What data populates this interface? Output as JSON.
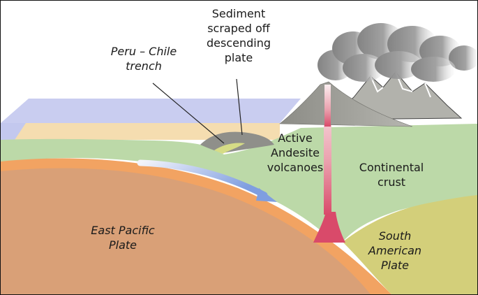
{
  "labels": {
    "sediment": [
      "Sediment",
      "scraped off",
      "descending",
      "plate"
    ],
    "trench": [
      "Peru – Chile",
      "trench"
    ],
    "volcanoes": [
      "Active",
      "Andesite",
      "volcanoes"
    ],
    "continental_crust": [
      "Continental",
      "crust"
    ],
    "east_pacific_plate": [
      "East Pacific",
      "Plate"
    ],
    "south_american_plate": [
      "South",
      "American",
      "Plate"
    ]
  },
  "colors": {
    "ocean": "#c9cdf0",
    "ocean_water": "#f5ddb0",
    "crust": "#bcd9a8",
    "oceanic_plate": "#d9a077",
    "plate_edge": "#f2a362",
    "continental_plate": "#d3cf7a",
    "magma": "#d94a6a",
    "motion_arrow": "#7f9ee0",
    "mountain": "#8f8f8a",
    "ash_cloud": "#9a9a9a"
  }
}
